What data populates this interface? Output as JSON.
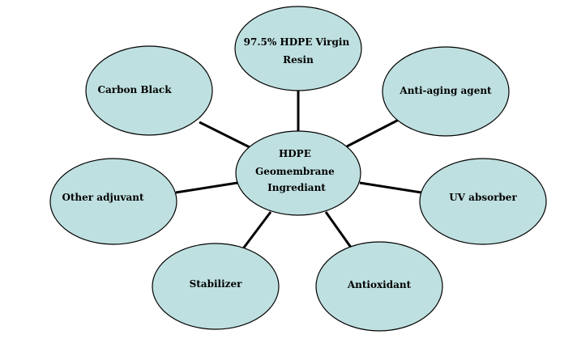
{
  "colors": {
    "node_fill": "#bfe0e0",
    "node_stroke": "#000000",
    "connector": "#000000",
    "background": "#ffffff"
  },
  "center": {
    "lines": [
      "HDPE",
      "Geomembrane",
      "Ingrediant"
    ]
  },
  "nodes": [
    {
      "id": "top",
      "lines": [
        "97.5% HDPE Virgin",
        "Resin"
      ]
    },
    {
      "id": "upper-right",
      "lines": [
        "Anti-aging agent"
      ]
    },
    {
      "id": "right",
      "lines": [
        "UV absorber"
      ]
    },
    {
      "id": "lower-right",
      "lines": [
        "Antioxidant"
      ]
    },
    {
      "id": "lower-left",
      "lines": [
        "Stabilizer"
      ]
    },
    {
      "id": "left",
      "lines": [
        "Other adjuvant"
      ]
    },
    {
      "id": "upper-left",
      "lines": [
        "Carbon Black"
      ]
    }
  ]
}
